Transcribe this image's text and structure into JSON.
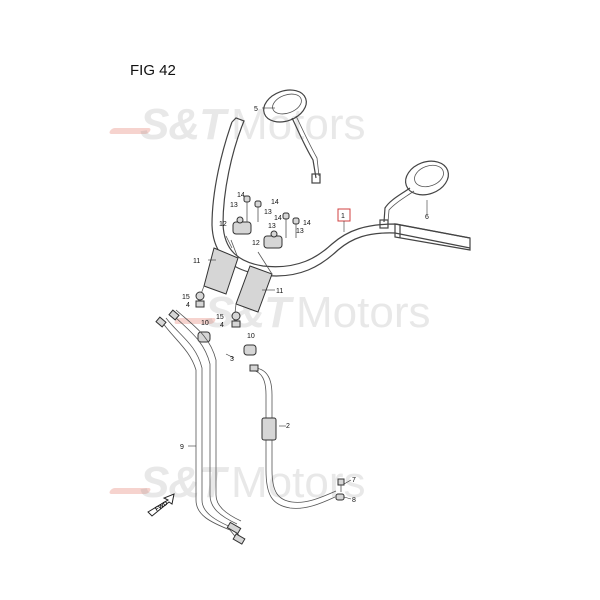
{
  "figure": {
    "title": "FIG 42"
  },
  "watermark": {
    "brand": "S&T",
    "suffix": "Motors"
  },
  "colors": {
    "highlight_box": "#d04040",
    "line": "#444444",
    "watermark_swoosh": "#dc503c"
  },
  "part_labels": {
    "p1": "1",
    "p2": "2",
    "p3": "3",
    "p4a": "4",
    "p4b": "4",
    "p5": "5",
    "p6": "6",
    "p7": "7",
    "p8": "8",
    "p9": "9",
    "p10a": "10",
    "p10b": "10",
    "p11a": "11",
    "p11b": "11",
    "p12a": "12",
    "p12b": "12",
    "p13a": "13",
    "p13b": "13",
    "p13c": "13",
    "p13d": "13",
    "p14a": "14",
    "p14b": "14",
    "p14c": "14",
    "p14d": "14",
    "p15a": "15",
    "p15b": "15"
  },
  "direction_marker": {
    "label": "FWD"
  }
}
